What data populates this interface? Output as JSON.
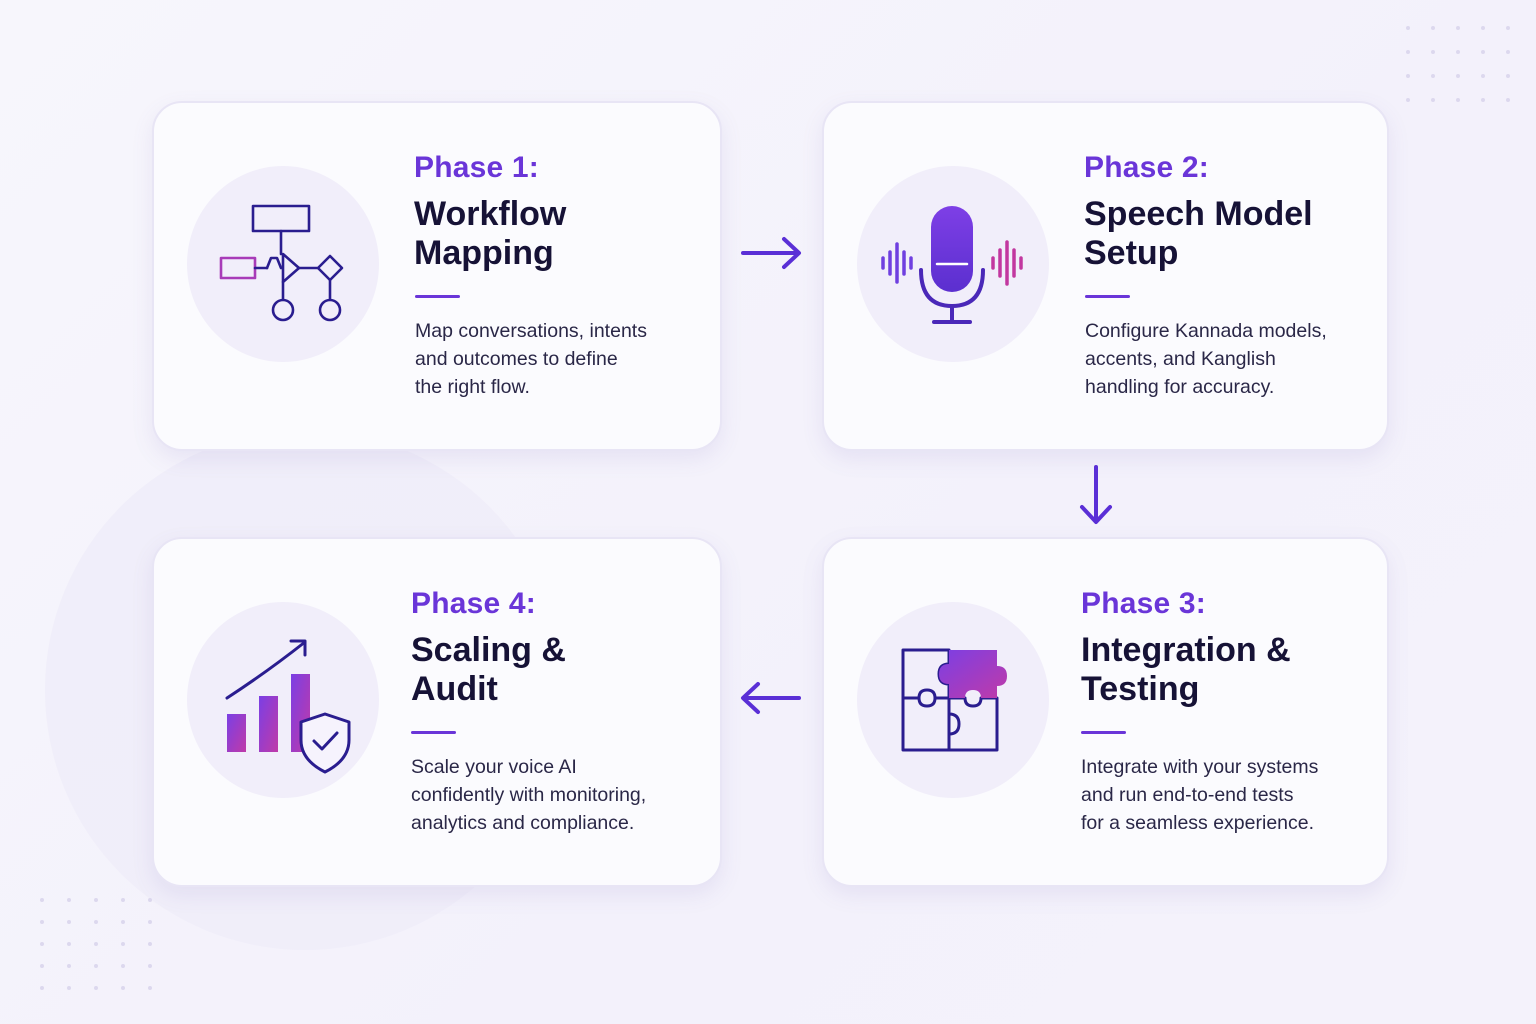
{
  "colors": {
    "accent": "#6a35d8",
    "title": "#161236",
    "body_text": "#2a2747",
    "icon_gradient_start": "#7b3fe4",
    "icon_gradient_end": "#c03aa8",
    "card_background": "#fbfbfe",
    "page_background": "#f5f4fb"
  },
  "phases": [
    {
      "phase_label": "Phase 1:",
      "title_line1": "Workflow",
      "title_line2": "Mapping",
      "desc_line1": "Map conversations, intents",
      "desc_line2": "and outcomes to define",
      "desc_line3": "the right flow.",
      "icon": "workflow-icon"
    },
    {
      "phase_label": "Phase 2:",
      "title_line1": "Speech Model",
      "title_line2": "Setup",
      "desc_line1": "Configure Kannada models,",
      "desc_line2": "accents, and Kanglish",
      "desc_line3": "handling for accuracy.",
      "icon": "microphone-icon"
    },
    {
      "phase_label": "Phase 3:",
      "title_line1": "Integration &",
      "title_line2": "Testing",
      "desc_line1": "Integrate with your systems",
      "desc_line2": "and run end-to-end tests",
      "desc_line3": "for a seamless experience.",
      "icon": "puzzle-icon"
    },
    {
      "phase_label": "Phase 4:",
      "title_line1": "Scaling &",
      "title_line2": "Audit",
      "desc_line1": "Scale your voice AI",
      "desc_line2": "confidently with monitoring,",
      "desc_line3": "analytics and compliance.",
      "icon": "growth-shield-icon"
    }
  ],
  "connectors": [
    {
      "from": "Phase 1:",
      "to": "Phase 2:",
      "icon": "arrow-right-icon"
    },
    {
      "from": "Phase 2:",
      "to": "Phase 3:",
      "icon": "arrow-down-icon"
    },
    {
      "from": "Phase 3:",
      "to": "Phase 4:",
      "icon": "arrow-left-icon"
    }
  ]
}
